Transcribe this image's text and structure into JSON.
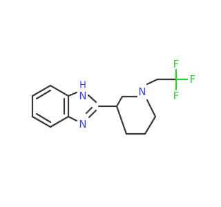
{
  "molecule": {
    "atoms": {
      "nh_nitrogen": "N",
      "nh_hydrogen": "H",
      "imine_nitrogen": "N",
      "piperidine_nitrogen": "N",
      "fluorine_1": "F",
      "fluorine_2": "F",
      "fluorine_3": "F"
    },
    "colors": {
      "bond": "#383838",
      "nitrogen": "#3b48d8",
      "fluorine": "#33cc33"
    }
  }
}
